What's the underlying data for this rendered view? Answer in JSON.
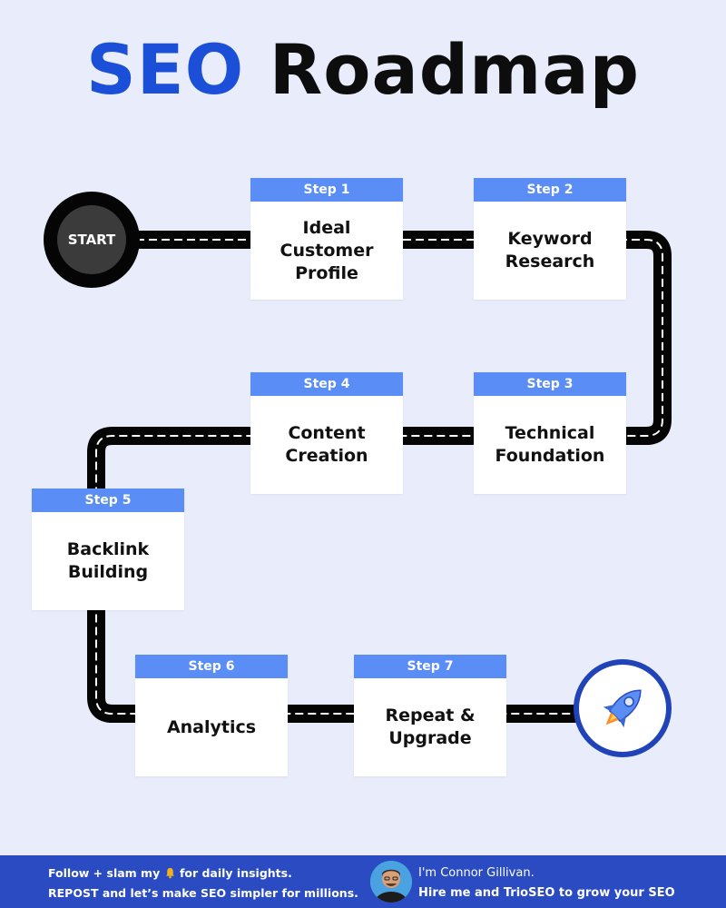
{
  "title": {
    "accent": "SEO",
    "rest": "Roadmap"
  },
  "start_label": "START",
  "steps": [
    {
      "label": "Step 1",
      "title": "Ideal Customer Profile"
    },
    {
      "label": "Step 2",
      "title": "Keyword Research"
    },
    {
      "label": "Step 3",
      "title": "Technical Foundation"
    },
    {
      "label": "Step 4",
      "title": "Content Creation"
    },
    {
      "label": "Step 5",
      "title": "Backlink Building"
    },
    {
      "label": "Step 6",
      "title": "Analytics"
    },
    {
      "label": "Step 7",
      "title": "Repeat & Upgrade"
    }
  ],
  "finish_icon": "rocket-icon",
  "footer": {
    "line1_before": "Follow + slam my",
    "line1_icon": "bell-icon",
    "line1_after": "for daily insights.",
    "line2": "REPOST and let’s make SEO simpler for millions.",
    "intro": "I'm Connor Gillivan.",
    "cta": "Hire me and TrioSEO to grow your SEO"
  },
  "colors": {
    "accent": "#1b4fd8",
    "step_header": "#5a8df5",
    "road": "#050505",
    "footer_bg": "#2a4bc2",
    "background": "#e9edfb"
  }
}
